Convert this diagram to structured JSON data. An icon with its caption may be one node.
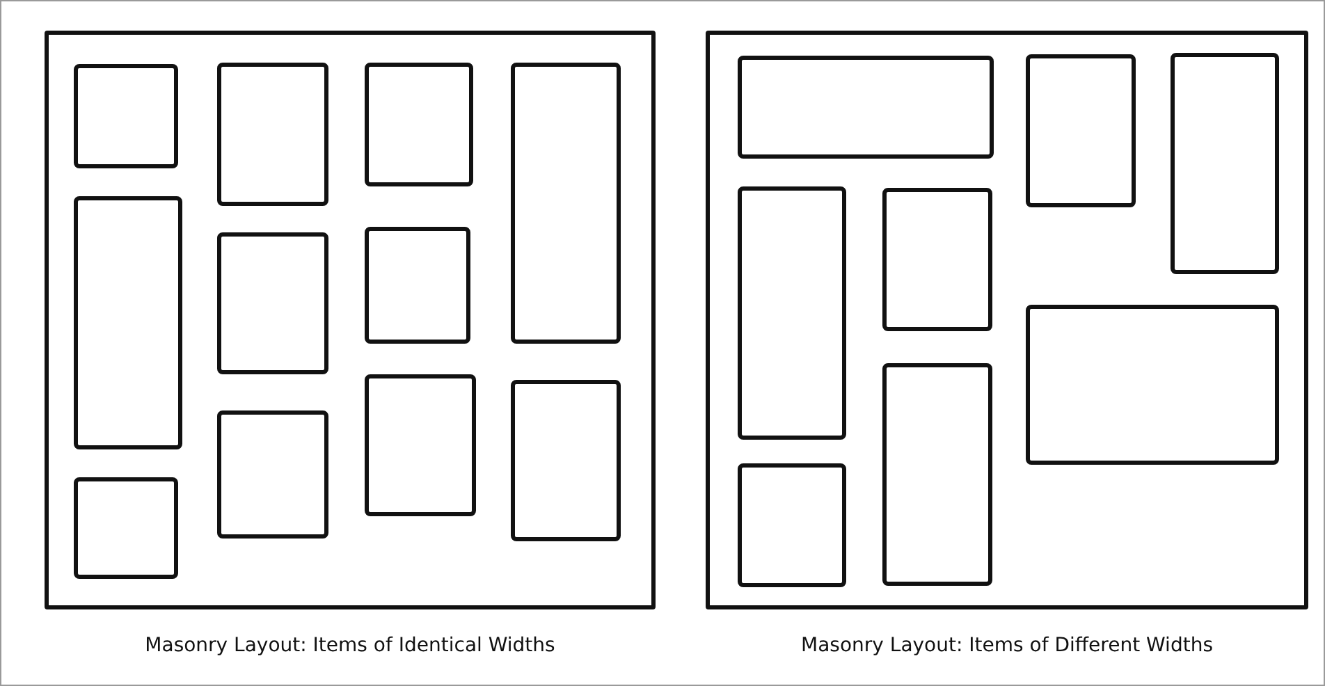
{
  "diagram": {
    "nodes": [
      {
        "text": [
          "Masonry Layout: Items of Identical Widths"
        ]
      },
      {
        "text": [],
        "shape": "box",
        "in": 0
      },
      {
        "text": [],
        "shape": "box",
        "in": 0
      },
      {
        "text": [],
        "shape": "box",
        "in": 0
      },
      {
        "text": [],
        "shape": "box",
        "in": 0
      },
      {
        "text": [],
        "shape": "box",
        "in": 0
      },
      {
        "text": [],
        "shape": "box",
        "in": 0
      },
      {
        "text": [],
        "shape": "box",
        "in": 0
      },
      {
        "text": [],
        "shape": "box",
        "in": 0
      },
      {
        "text": [],
        "shape": "box",
        "in": 0
      },
      {
        "text": [],
        "shape": "box",
        "in": 0
      },
      {
        "text": [],
        "shape": "box",
        "in": 0
      },
      {
        "text": [
          "Masonry Layout: Items of Different Widths"
        ]
      },
      {
        "text": [],
        "shape": "box",
        "in": 12
      },
      {
        "text": [],
        "shape": "box",
        "in": 12
      },
      {
        "text": [],
        "shape": "box",
        "in": 12
      },
      {
        "text": [],
        "shape": "box",
        "in": 12
      },
      {
        "text": [],
        "shape": "box",
        "in": 12
      },
      {
        "text": [],
        "shape": "box",
        "in": 12
      },
      {
        "text": [],
        "shape": "box",
        "in": 12
      },
      {
        "text": [],
        "shape": "box",
        "in": 12
      }
    ]
  }
}
